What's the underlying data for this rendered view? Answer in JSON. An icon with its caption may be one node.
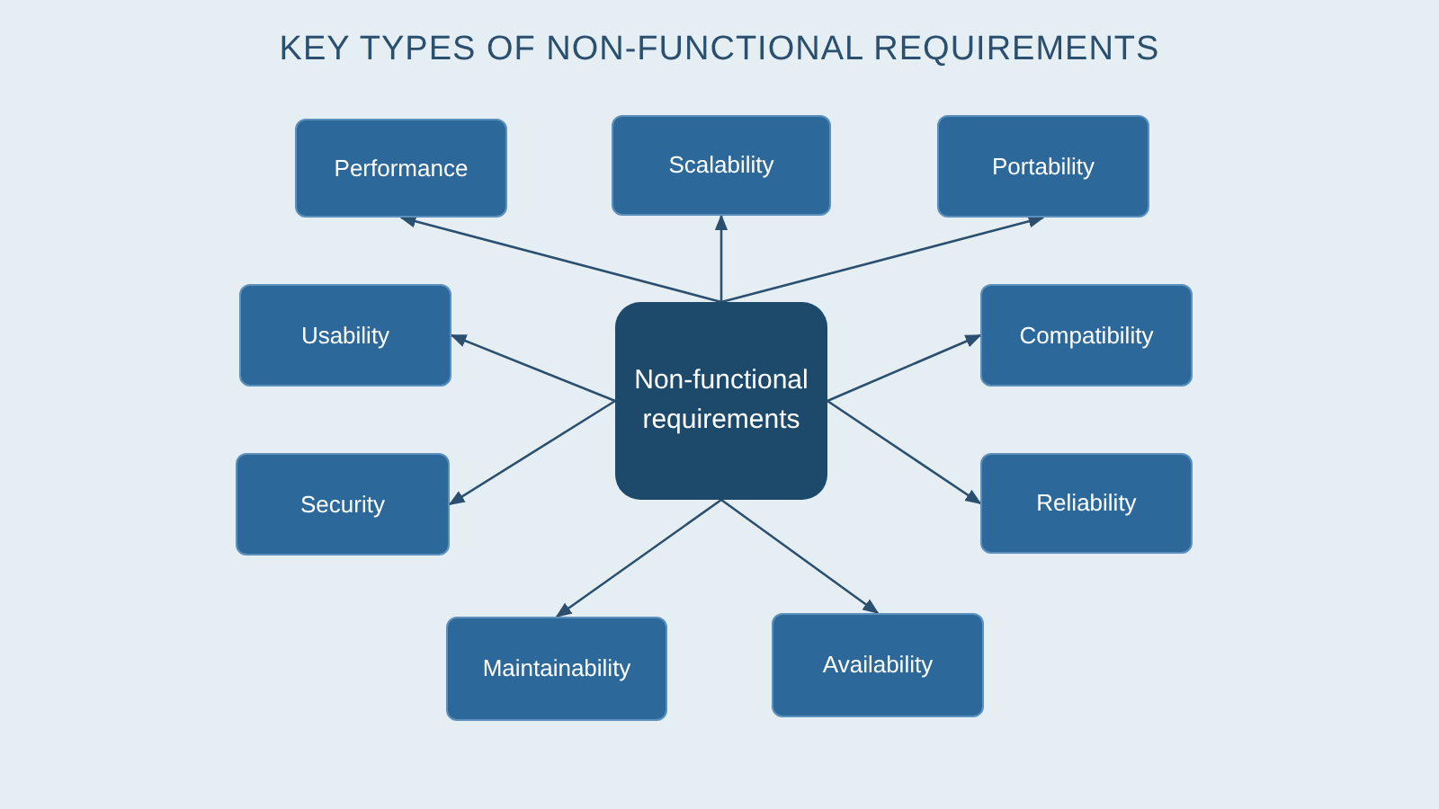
{
  "diagram": {
    "title": "KEY TYPES OF NON-FUNCTIONAL REQUIREMENTS",
    "nodes": [
      {
        "text": [
          "Performance"
        ]
      },
      {
        "text": [
          "Scalability"
        ]
      },
      {
        "text": [
          "Portability"
        ]
      },
      {
        "text": [
          "Usability"
        ]
      },
      {
        "text": [
          "Non-functional requirements"
        ]
      },
      {
        "text": [
          "Compatibility"
        ]
      },
      {
        "text": [
          "Security"
        ]
      },
      {
        "text": [
          "Reliability"
        ]
      },
      {
        "text": [
          "Maintainability"
        ]
      },
      {
        "text": [
          "Availability"
        ]
      }
    ],
    "edges": [
      {
        "from": 4,
        "to": 0,
        "arrow": "to"
      },
      {
        "from": 4,
        "to": 1,
        "arrow": "to"
      },
      {
        "from": 4,
        "to": 2,
        "arrow": "to"
      },
      {
        "from": 4,
        "to": 3,
        "arrow": "to"
      },
      {
        "from": 4,
        "to": 5,
        "arrow": "to"
      },
      {
        "from": 4,
        "to": 6,
        "arrow": "to"
      },
      {
        "from": 4,
        "to": 7,
        "arrow": "to"
      },
      {
        "from": 4,
        "to": 8,
        "arrow": "to"
      },
      {
        "from": 4,
        "to": 9,
        "arrow": "to"
      }
    ]
  }
}
